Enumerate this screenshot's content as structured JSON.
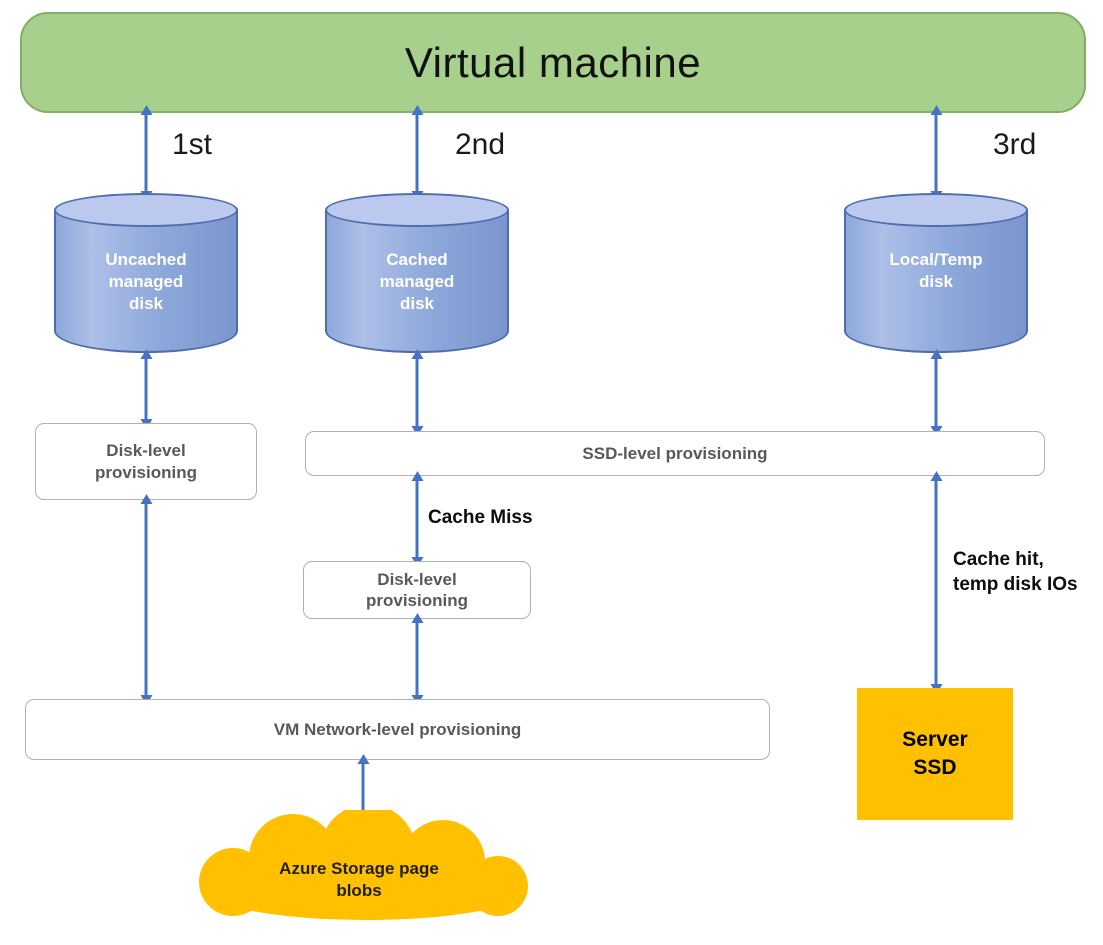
{
  "colors": {
    "vm_fill": "#a8d08d",
    "vm_border": "#84ad63",
    "cylinder_fill": "#8da8da",
    "cylinder_top": "#bcc9ee",
    "cylinder_border": "#4f6cad",
    "arrow": "#4472c4",
    "box_border": "#b0b0b0",
    "box_text": "#595959",
    "accent_orange": "#ffc000"
  },
  "vm": {
    "label": "Virtual machine"
  },
  "flow_labels": [
    "1st",
    "2nd",
    "3rd"
  ],
  "disks": [
    {
      "name": "uncached-managed-disk",
      "label": "Uncached\nmanaged\ndisk"
    },
    {
      "name": "cached-managed-disk",
      "label": "Cached\nmanaged\ndisk"
    },
    {
      "name": "local-temp-disk",
      "label": "Local/Temp\ndisk"
    }
  ],
  "boxes": {
    "disk_level_left": {
      "label": "Disk-level\nprovisioning"
    },
    "ssd_level": {
      "label": "SSD-level provisioning"
    },
    "disk_level_mid": {
      "label": "Disk-level\nprovisioning"
    },
    "vm_network": {
      "label": "VM Network-level provisioning"
    }
  },
  "annotations": {
    "cache_miss": "Cache Miss",
    "cache_hit": "Cache hit,\ntemp disk IOs"
  },
  "server_ssd": {
    "label": "Server\nSSD"
  },
  "cloud": {
    "label": "Azure Storage page\nblobs"
  }
}
